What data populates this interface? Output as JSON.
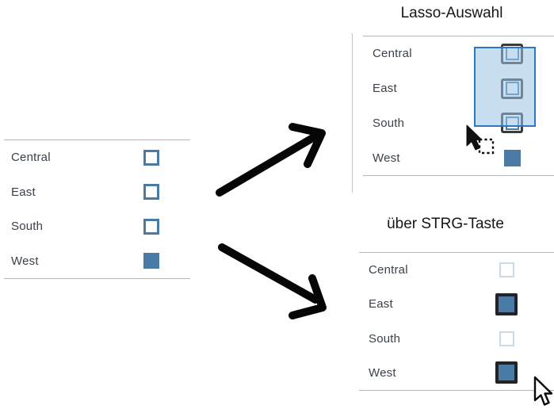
{
  "left_panel": {
    "items": [
      {
        "label": "Central",
        "checked": false
      },
      {
        "label": "East",
        "checked": false
      },
      {
        "label": "South",
        "checked": false
      },
      {
        "label": "West",
        "checked": true
      }
    ]
  },
  "lasso_panel": {
    "title": "Lasso-Auswahl",
    "items": [
      {
        "label": "Central",
        "state": "lasso-hover"
      },
      {
        "label": "East",
        "state": "lasso-hover"
      },
      {
        "label": "South",
        "state": "lasso-hover"
      },
      {
        "label": "West",
        "state": "checked"
      }
    ]
  },
  "ctrl_panel": {
    "title": "über STRG-Taste",
    "items": [
      {
        "label": "Central",
        "state": "unchecked-faded"
      },
      {
        "label": "East",
        "state": "checked-highlighted"
      },
      {
        "label": "South",
        "state": "unchecked-faded"
      },
      {
        "label": "West",
        "state": "checked-highlighted"
      }
    ]
  },
  "icons": {
    "arrow_top": "thick-arrow-up-right",
    "arrow_bottom": "thick-arrow-down-right",
    "lasso_cursor": "arrow-pointer-with-dotted-marquee",
    "pointer_cursor": "arrow-pointer"
  },
  "colors": {
    "checkbox_blue": "#4a7ba6",
    "lasso_fill": "rgba(154,196,232,0.55)",
    "lasso_border": "#2e78c2",
    "highlight_ring_dark": "#232323",
    "faded_checkbox_border": "#ccd9e6",
    "list_line": "#b5b5b5",
    "label_text": "#3b424b",
    "title_text": "#161616"
  }
}
